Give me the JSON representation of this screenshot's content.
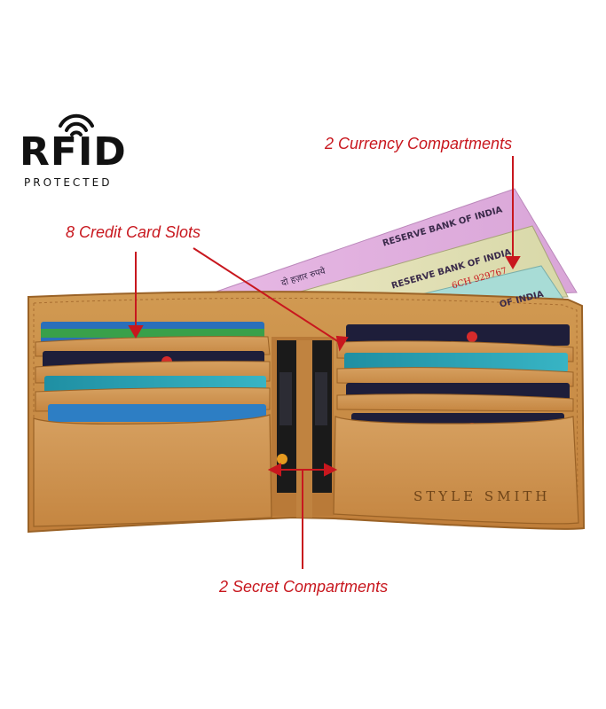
{
  "rfid": {
    "word": "RFID",
    "subtitle": "PROTECTED"
  },
  "callouts": {
    "currency": "2 Currency Compartments",
    "cards": "8 Credit Card Slots",
    "secret": "2 Secret Compartments"
  },
  "notes": {
    "hindi_text": "दो हज़ार रुपये",
    "bank_name_1": "RESERVE BANK OF INDIA",
    "bank_name_2": "RESERVE BANK OF INDIA",
    "bank_name_3": "OF INDIA",
    "serial": "6CH  929767"
  },
  "brand": "STYLE SMITH",
  "colors": {
    "leather": "#c98a45",
    "callout_red": "#c8171e"
  }
}
